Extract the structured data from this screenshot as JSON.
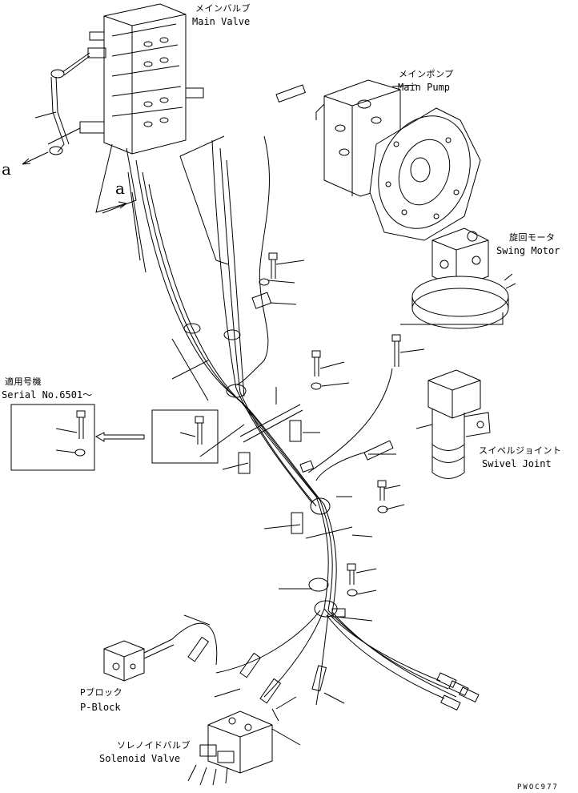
{
  "labels": {
    "main_valve": {
      "jp": "メインバルブ",
      "en": "Main Valve"
    },
    "main_pump": {
      "jp": "メインポンプ",
      "en": "Main Pump"
    },
    "swing_motor": {
      "jp": "旋回モータ",
      "en": "Swing Motor"
    },
    "swivel_joint": {
      "jp": "スイベルジョイント",
      "en": "Swivel Joint"
    },
    "p_block": {
      "jp": "Pブロック",
      "en": "P-Block"
    },
    "solenoid_valve": {
      "jp": "ソレノイドバルブ",
      "en": "Solenoid Valve"
    },
    "serial_note": {
      "jp": "適用号機",
      "en": "Serial No.6501～"
    },
    "ref_a": "a",
    "drawing_code": "PWOC977"
  }
}
